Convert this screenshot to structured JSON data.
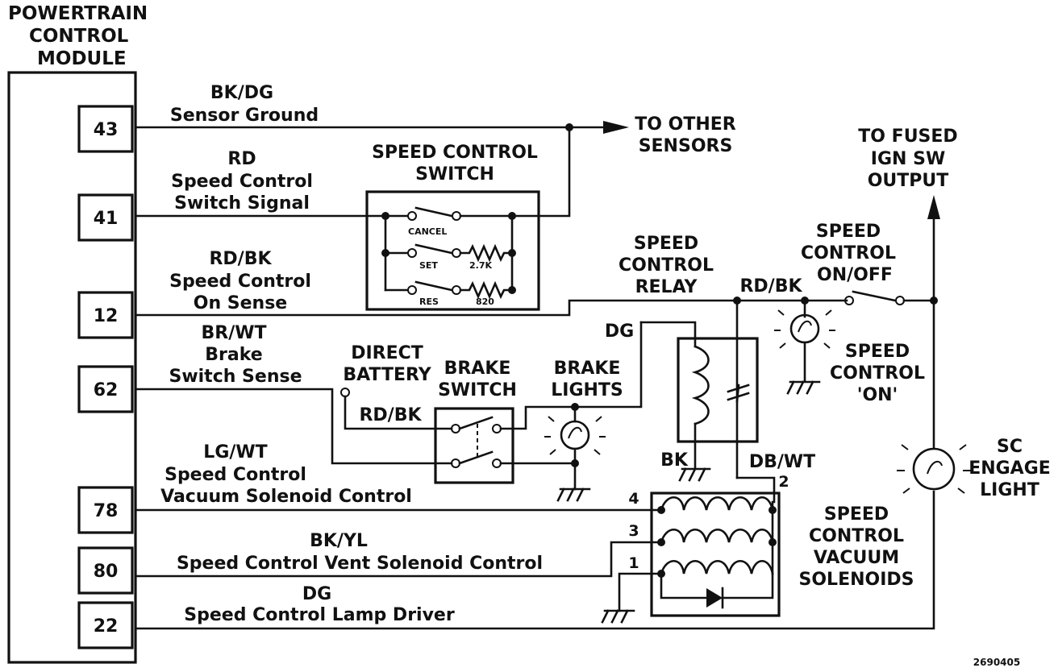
{
  "module": {
    "title_lines": [
      "POWERTRAIN",
      "CONTROL",
      "MODULE"
    ],
    "pins": [
      "43",
      "41",
      "12",
      "62",
      "78",
      "80",
      "22"
    ]
  },
  "circuits": {
    "c43": {
      "color": "BK/DG",
      "name": "Sensor Ground"
    },
    "c41": {
      "color": "RD",
      "name_lines": [
        "Speed Control",
        "Switch Signal"
      ]
    },
    "c12": {
      "color": "RD/BK",
      "name_lines": [
        "Speed Control",
        "On Sense"
      ]
    },
    "c62": {
      "color": "BR/WT",
      "name_lines": [
        "Brake",
        "Switch Sense"
      ]
    },
    "c78": {
      "color": "LG/WT",
      "name_lines": [
        "Speed Control",
        "Vacuum Solenoid Control"
      ]
    },
    "c80": {
      "color": "BK/YL",
      "name": "Speed Control Vent Solenoid Control"
    },
    "c22": {
      "color": "DG",
      "name": "Speed Control Lamp Driver"
    }
  },
  "destinations": {
    "other_sensors": [
      "TO OTHER",
      "SENSORS"
    ],
    "fused_ign": [
      "TO FUSED",
      "IGN SW",
      "OUTPUT"
    ]
  },
  "speed_control_switch": {
    "title_lines": [
      "SPEED CONTROL",
      "SWITCH"
    ],
    "positions": [
      "CANCEL",
      "SET",
      "RES"
    ],
    "resistors": [
      "2.7K",
      "820"
    ]
  },
  "relay": {
    "title_lines": [
      "SPEED",
      "CONTROL",
      "RELAY"
    ],
    "wire_in": "DG",
    "wire_ground": "BK",
    "wire_out": "DB/WT",
    "wire_supply": "RD/BK"
  },
  "on_off_switch": {
    "title_lines": [
      "SPEED",
      "CONTROL",
      "ON/OFF"
    ]
  },
  "on_lamp": {
    "title_lines": [
      "SPEED",
      "CONTROL",
      "'ON'"
    ]
  },
  "direct_battery": {
    "title_lines": [
      "DIRECT",
      "BATTERY"
    ],
    "wire": "RD/BK"
  },
  "brake_switch": {
    "title_lines": [
      "BRAKE",
      "SWITCH"
    ]
  },
  "brake_lights": {
    "title_lines": [
      "BRAKE",
      "LIGHTS"
    ]
  },
  "solenoids": {
    "title_lines": [
      "SPEED",
      "CONTROL",
      "VACUUM",
      "SOLENOIDS"
    ],
    "terminals": [
      "4",
      "3",
      "1",
      "2"
    ]
  },
  "engage_light": {
    "title_lines": [
      "SC",
      "ENGAGE",
      "LIGHT"
    ]
  },
  "figure_ref": "2690405"
}
